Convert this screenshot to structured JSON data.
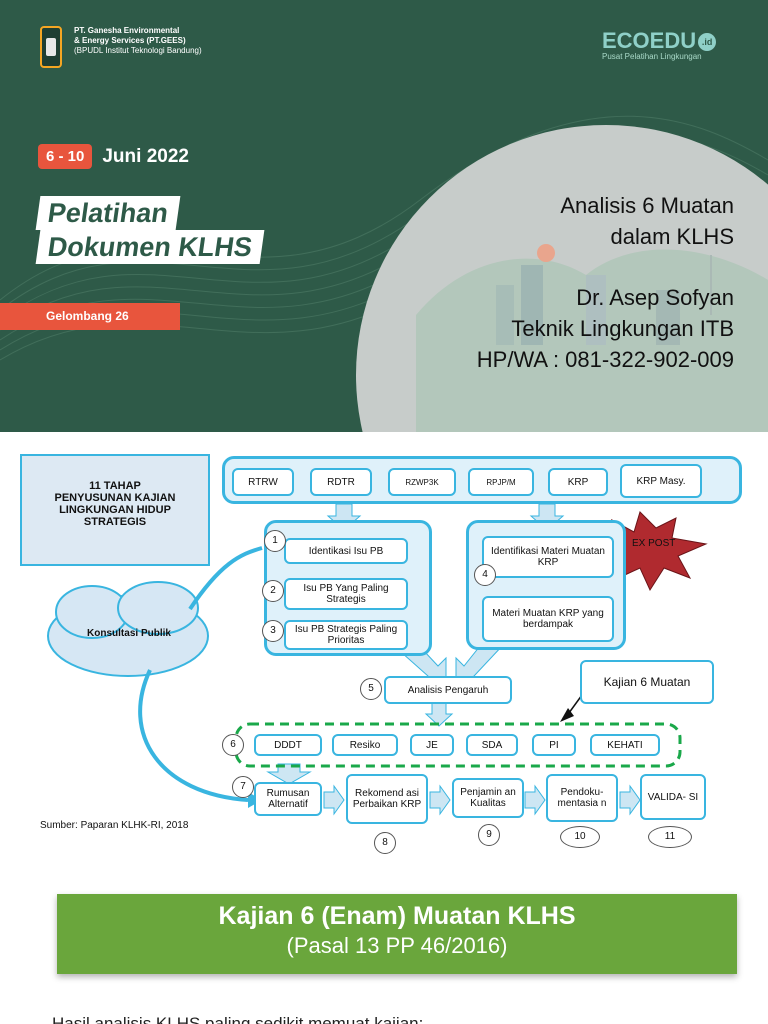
{
  "cover": {
    "org_name_1": "PT. Ganesha Environmental",
    "org_name_2": "& Energy Services (PT.GEES)",
    "org_name_3": "(BPUDL Institut Teknologi Bandung)",
    "brand_name": "ECOEDU",
    "brand_tld": ".id",
    "brand_tagline": "Pusat Pelatihan Lingkungan",
    "date_badge": "6 - 10",
    "date_month": "Juni 2022",
    "title_line_1": "Pelatihan",
    "title_line_2": "Dokumen KLHS",
    "wave_label": "Gelombang 26",
    "talk_title_1": "Analisis 6 Muatan",
    "talk_title_2": "dalam KLHS",
    "speaker_name": "Dr. Asep Sofyan",
    "speaker_affiliation": "Teknik Lingkungan ITB",
    "speaker_contact": "HP/WA : 081-322-902-009"
  },
  "diagram": {
    "panel_title": [
      "11 TAHAP",
      "PENYUSUNAN KAJIAN",
      "LINGKUNGAN HIDUP",
      "STRATEGIS"
    ],
    "docs": [
      "RTRW",
      "RDTR",
      "RZWP3K",
      "RPJP/M",
      "KRP",
      "KRP Masy."
    ],
    "ex_post": "EX POST",
    "consult": "Konsultasi Publik",
    "step1": "Identikasi Isu PB",
    "step2": "Isu PB Yang Paling Strategis",
    "step3": "Isu PB Strategis Paling Prioritas",
    "step4a": "Identifikasi Materi Muatan KRP",
    "step4b": "Materi Muatan KRP yang berdampak",
    "step5": "Analisis Pengaruh",
    "kajian": "Kajian 6 Muatan",
    "six": [
      "DDDT",
      "Resiko",
      "JE",
      "SDA",
      "PI",
      "KEHATI"
    ],
    "step7": "Rumusan Alternatif",
    "step8": "Rekomend asi Perbaikan KRP",
    "step9": "Penjamin an Kualitas",
    "step10": "Pendoku- mentasia n",
    "step11": "VALIDA- SI",
    "numbers": [
      "1",
      "2",
      "3",
      "4",
      "5",
      "6",
      "7",
      "8",
      "9",
      "10",
      "11"
    ],
    "source": "Sumber: Paparan KLHK-RI, 2018"
  },
  "bar": {
    "title": "Kajian 6 (Enam) Muatan KLHS",
    "subtitle": "(Pasal 13 PP 46/2016)"
  },
  "cut_text": "Hasil analisis KLHS paling sedikit memuat kajian:"
}
